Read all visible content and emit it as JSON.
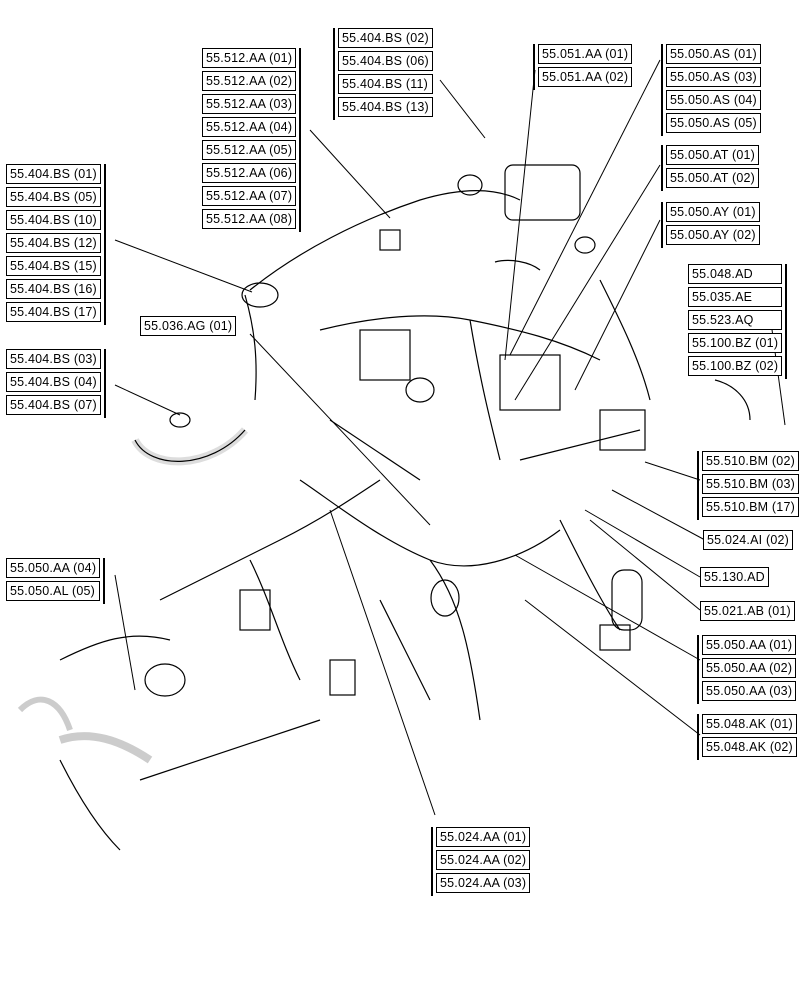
{
  "groups": {
    "g_404_top": [
      "55.404.BS (02)",
      "55.404.BS (06)",
      "55.404.BS (11)",
      "55.404.BS (13)"
    ],
    "g_051": [
      "55.051.AA (01)",
      "55.051.AA (02)"
    ],
    "g_050as": [
      "55.050.AS (01)",
      "55.050.AS (03)",
      "55.050.AS (04)",
      "55.050.AS (05)"
    ],
    "g_512": [
      "55.512.AA (01)",
      "55.512.AA (02)",
      "55.512.AA (03)",
      "55.512.AA (04)",
      "55.512.AA (05)",
      "55.512.AA (06)",
      "55.512.AA (07)",
      "55.512.AA (08)"
    ],
    "g_050at": [
      "55.050.AT (01)",
      "55.050.AT (02)"
    ],
    "g_404_left": [
      "55.404.BS (01)",
      "55.404.BS (05)",
      "55.404.BS (10)",
      "55.404.BS (12)",
      "55.404.BS (15)",
      "55.404.BS (16)",
      "55.404.BS (17)"
    ],
    "g_050ay": [
      "55.050.AY (01)",
      "55.050.AY (02)"
    ],
    "g_048ad": [
      "55.048.AD",
      "55.035.AE",
      "55.523.AQ",
      "55.100.BZ (01)",
      "55.100.BZ (02)"
    ],
    "g_036": [
      "55.036.AG (01)"
    ],
    "g_404_mid": [
      "55.404.BS (03)",
      "55.404.BS (04)",
      "55.404.BS (07)"
    ],
    "g_510": [
      "55.510.BM (02)",
      "55.510.BM (03)",
      "55.510.BM (17)"
    ],
    "g_024ai": [
      "55.024.AI (02)"
    ],
    "g_050aa_left": [
      "55.050.AA (04)",
      "55.050.AL (05)"
    ],
    "g_130": [
      "55.130.AD"
    ],
    "g_021": [
      "55.021.AB (01)"
    ],
    "g_050aa_right": [
      "55.050.AA (01)",
      "55.050.AA (02)",
      "55.050.AA (03)"
    ],
    "g_048ak": [
      "55.048.AK (01)",
      "55.048.AK (02)"
    ],
    "g_024aa": [
      "55.024.AA (01)",
      "55.024.AA (02)",
      "55.024.AA (03)"
    ]
  }
}
